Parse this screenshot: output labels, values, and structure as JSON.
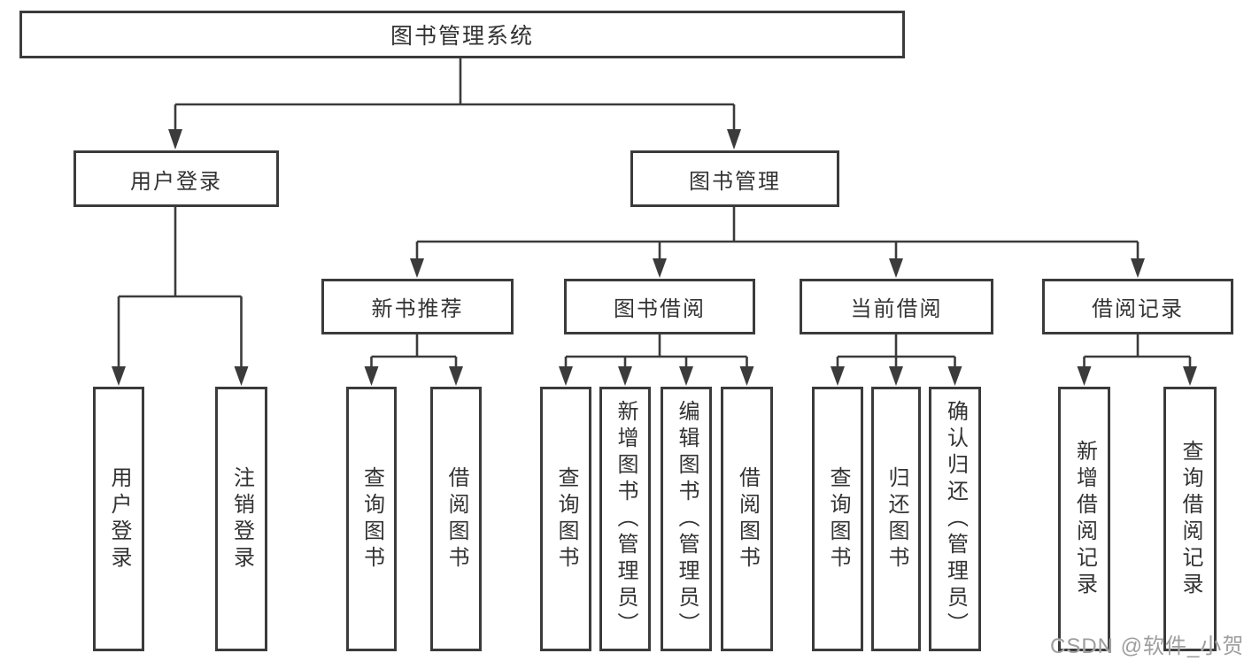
{
  "diagram": {
    "title_node": "图书管理系统",
    "nodes": {
      "root": "图书管理系统",
      "level2": [
        "用户登录",
        "图书管理"
      ],
      "level3": [
        "新书推荐",
        "图书借阅",
        "当前借阅",
        "借阅记录"
      ],
      "leaves_login": [
        "用户登录",
        "注销登录"
      ],
      "leaves_newbook": [
        "查询图书",
        "借阅图书"
      ],
      "leaves_bookborrow": [
        "查询图书",
        "新增图书（管理员）",
        "编辑图书（管理员）",
        "借阅图书"
      ],
      "leaves_current": [
        "查询图书",
        "归还图书",
        "确认归还（管理员）"
      ],
      "leaves_records": [
        "新增借阅记录",
        "查询借阅记录"
      ]
    },
    "watermark": "CSDN @软件_小贺同学",
    "colors": {
      "line": "#3b3b3b",
      "box_border": "#3b3b3b",
      "box_fill": "#ffffff",
      "text": "#333333",
      "watermark": "#9e9e9e",
      "background": "#ffffff"
    }
  }
}
